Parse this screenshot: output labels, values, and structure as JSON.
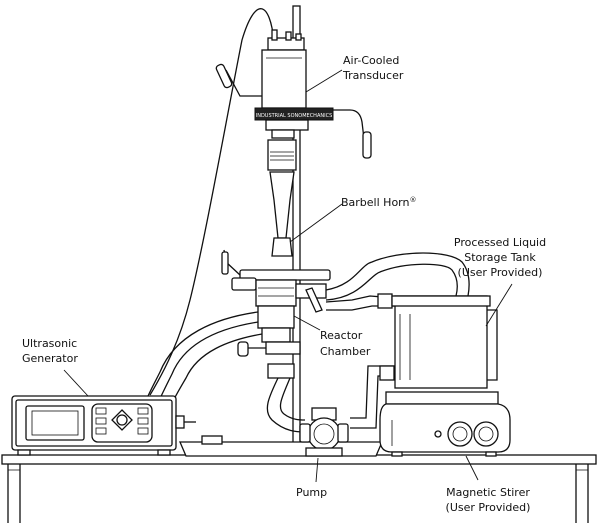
{
  "labels": {
    "transducer": [
      "Air-Cooled",
      "Transducer"
    ],
    "horn": "Barbell Horn",
    "horn_mark": "®",
    "tank": [
      "Processed Liquid",
      "Storage Tank",
      "(User Provided)"
    ],
    "reactor": [
      "Reactor",
      "Chamber"
    ],
    "generator": [
      "Ultrasonic",
      "Generator"
    ],
    "pump": "Pump",
    "stirer": [
      "Magnetic Stirer",
      "(User Provided)"
    ]
  },
  "logo_text": "INDUSTRIAL SONOMECHANICS"
}
